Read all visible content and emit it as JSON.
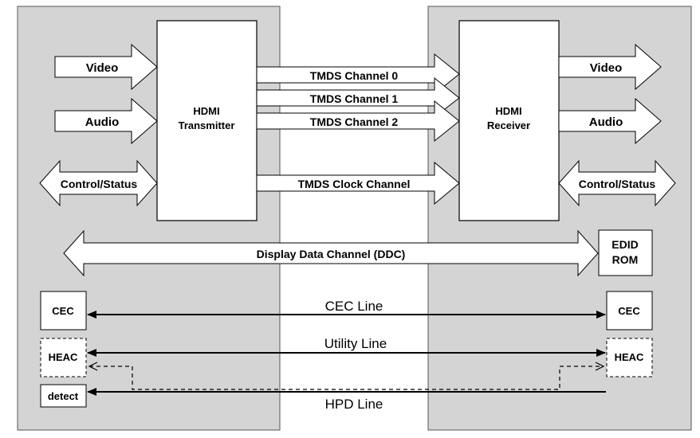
{
  "transmitter": {
    "title_line1": "HDMI",
    "title_line2": "Transmitter"
  },
  "receiver": {
    "title_line1": "HDMI",
    "title_line2": "Receiver"
  },
  "left_inputs": {
    "video": "Video",
    "audio": "Audio",
    "control": "Control/Status"
  },
  "right_outputs": {
    "video": "Video",
    "audio": "Audio",
    "control": "Control/Status"
  },
  "tmds": {
    "channel0": "TMDS Channel 0",
    "channel1": "TMDS Channel 1",
    "channel2": "TMDS Channel 2",
    "clock": "TMDS Clock Channel"
  },
  "ddc": {
    "label": "Display Data Channel (DDC)"
  },
  "edid": {
    "line1": "EDID",
    "line2": "ROM"
  },
  "cec": {
    "left": "CEC",
    "right": "CEC",
    "line": "CEC Line"
  },
  "heac": {
    "left": "HEAC",
    "right": "HEAC",
    "line": "Utility Line"
  },
  "hpd": {
    "detect": "detect",
    "line": "HPD Line"
  },
  "colors": {
    "panel": "#d4d4d4",
    "box": "#ffffff",
    "stroke": "#000000"
  }
}
